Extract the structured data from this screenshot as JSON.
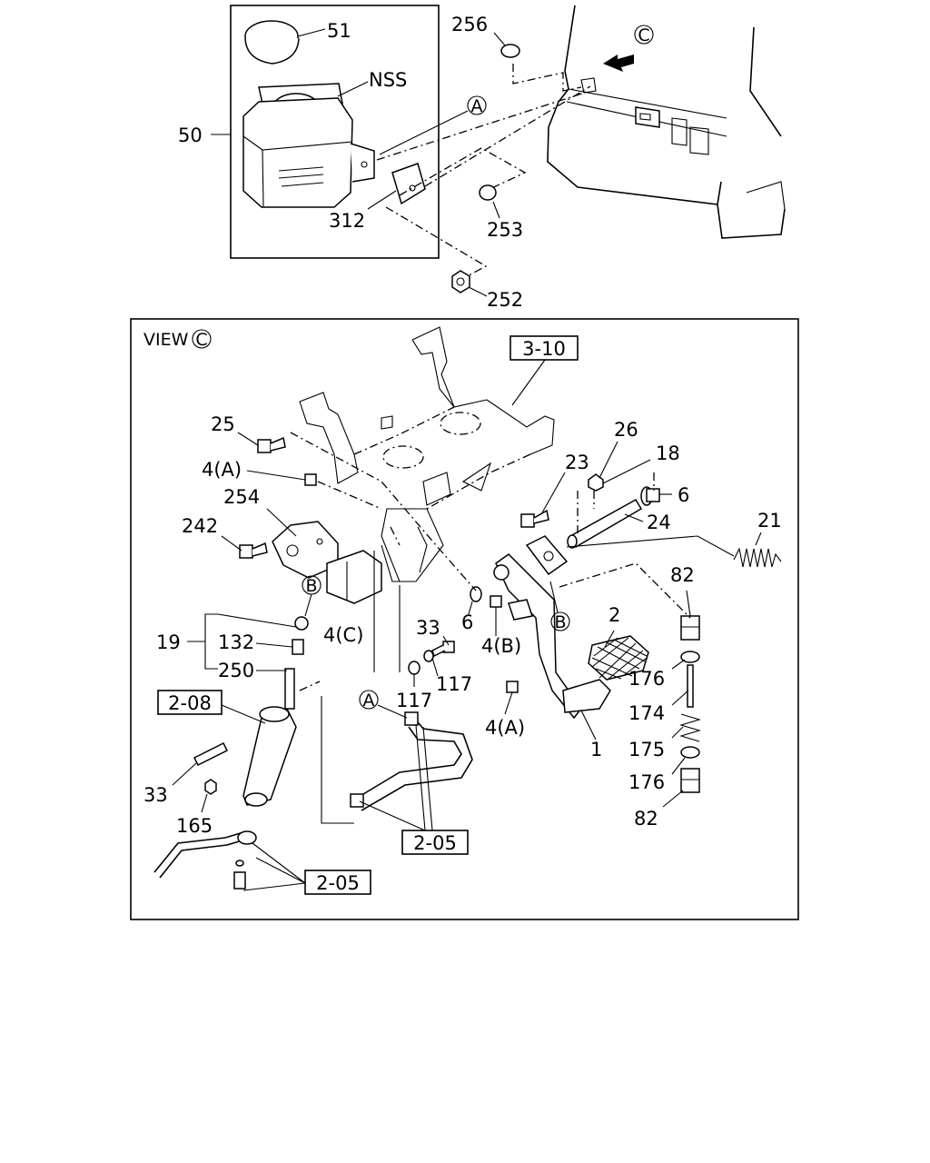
{
  "diagram": {
    "view_label": "VIEW",
    "view_marker": "C",
    "top_view": {
      "callouts": {
        "c51": "51",
        "nss": "NSS",
        "c50": "50",
        "c312": "312",
        "c253": "253",
        "c252": "252",
        "c256": "256",
        "marker_a": "A",
        "marker_c": "C"
      }
    },
    "view_c": {
      "ref_boxes": {
        "r310": "3-10",
        "r208": "2-08",
        "r205a": "2-05",
        "r205b": "2-05"
      },
      "callouts": {
        "c25": "25",
        "c4a_top": "4(A)",
        "c254": "254",
        "c242": "242",
        "c19": "19",
        "c132": "132",
        "c250": "250",
        "c4c": "4(C)",
        "c33_mid": "33",
        "c117_r": "117",
        "c117_l": "117",
        "c4b": "4(B)",
        "c6_mid": "6",
        "c4a_low": "4(A)",
        "c1": "1",
        "c2": "2",
        "c23": "23",
        "c26": "26",
        "c18": "18",
        "c6_right": "6",
        "c24": "24",
        "c21": "21",
        "c82_top": "82",
        "c176_top": "176",
        "c174": "174",
        "c175": "175",
        "c176_bot": "176",
        "c82_bot": "82",
        "c33_left": "33",
        "c165": "165"
      },
      "markers": {
        "b_left": "B",
        "b_right": "B",
        "a_low": "A"
      }
    }
  }
}
